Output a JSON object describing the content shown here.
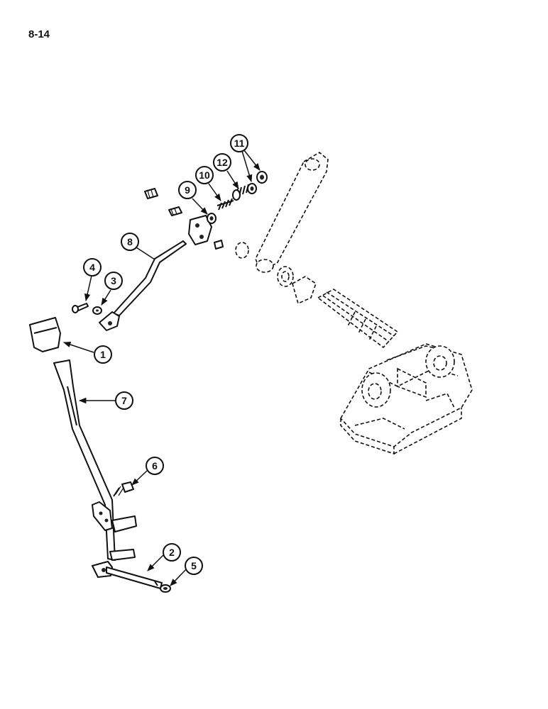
{
  "page_number": "8-14",
  "callouts": [
    "1",
    "2",
    "3",
    "4",
    "5",
    "6",
    "7",
    "8",
    "9",
    "10",
    "11",
    "12"
  ]
}
